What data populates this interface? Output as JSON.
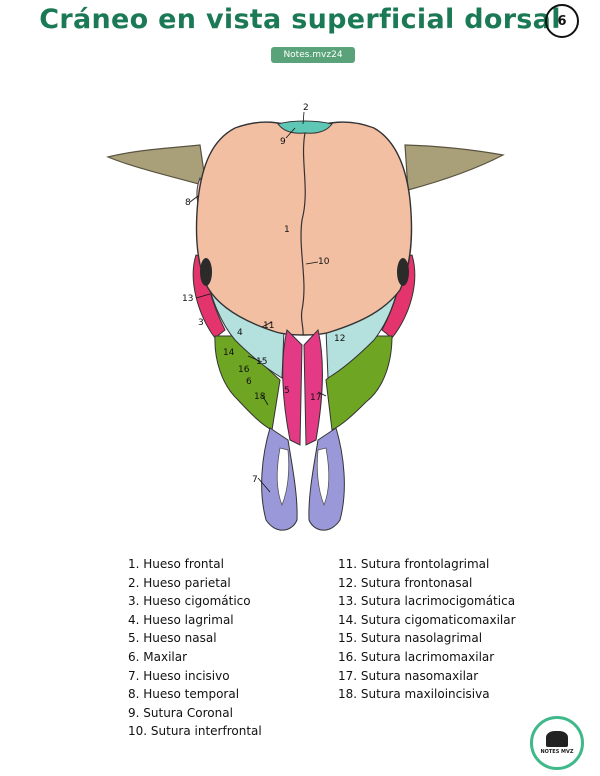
{
  "header": {
    "title": "Cráneo en vista superficial dorsal",
    "page_number": "6",
    "tag": "Notes.mvz24"
  },
  "colors": {
    "frontal": "#f2bfa3",
    "parietal": "#5fc7b5",
    "cigomatico": "#e4346e",
    "lagrimal": "#b4e0de",
    "nasal": "#e43a86",
    "maxilar": "#6ea624",
    "incisivo": "#9a98d8",
    "temporal": "#f4c6c6",
    "horn": "#a9a07a",
    "title": "#1b7a55"
  },
  "diagram_labels": {
    "l1": "1",
    "l2": "2",
    "l3": "3",
    "l4": "4",
    "l5": "5",
    "l6": "6",
    "l7": "7",
    "l8": "8",
    "l9": "9",
    "l10": "10",
    "l11": "11",
    "l12": "12",
    "l13": "13",
    "l14": "14",
    "l15": "15",
    "l16": "16",
    "l17": "17",
    "l18": "18"
  },
  "legend_left": [
    "1. Hueso frontal",
    "2. Hueso parietal",
    "3. Hueso cigomático",
    "4. Hueso lagrimal",
    "5. Hueso nasal",
    "6. Maxilar",
    "7. Hueso incisivo",
    "8. Hueso temporal",
    "9. Sutura Coronal",
    "10. Sutura interfrontal"
  ],
  "legend_right": [
    "11. Sutura frontolagrimal",
    "12. Sutura frontonasal",
    "13. Sutura lacrimocigomática",
    "14. Sutura cigomaticomaxilar",
    "15. Sutura nasolagrimal",
    "16. Sutura lacrimomaxilar",
    "17. Sutura nasomaxilar",
    "18. Sutura maxiloincisiva"
  ],
  "seal": {
    "text": "NOTES MVZ"
  }
}
